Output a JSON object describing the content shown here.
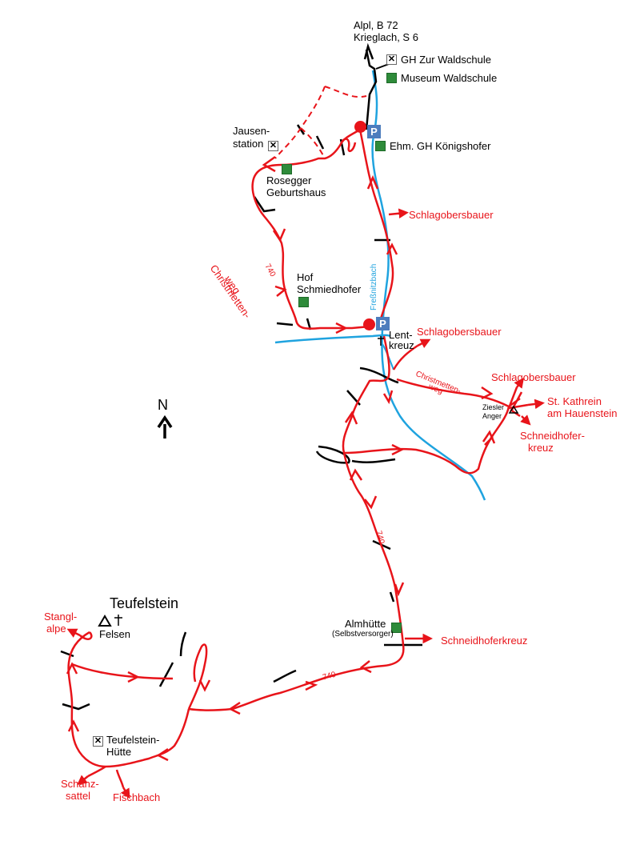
{
  "colors": {
    "route": "#e8141a",
    "river": "#1fa3df",
    "road": "#000000",
    "parking": "#4d7dbd",
    "hut": "#2e8b3a"
  },
  "labels": {
    "alpl": "Alpl, B 72",
    "krieglach": "Krieglach, S 6",
    "gh_waldschule": "GH Zur Waldschule",
    "museum_waldschule": "Museum Waldschule",
    "jausen": "Jausen-",
    "station": "station",
    "koenigshofer": "Ehm. GH Königshofer",
    "rosegger": "Rosegger",
    "geburtshaus": "Geburtshaus",
    "schlagobersbauer_1": "Schlagobersbauer",
    "christmetten_1": "Christmetten-",
    "weg_1": "weg",
    "route_740_1": "740",
    "hof": "Hof",
    "schmiedhofer": "Schmiedhofer",
    "fressnitzbach": "Freßnitzbach",
    "lent": "Lent-",
    "kreuz": "kreuz",
    "schlagobersbauer_2": "Schlagobersbauer",
    "christmetten_2": "Christmetten-",
    "weg_2": "weg",
    "schlagobersbauer_3": "Schlagobersbauer",
    "ziesler": "Ziesler",
    "anger": "Anger",
    "st_kathrein": "St. Kathrein",
    "am_hauenstein": "am Hauenstein",
    "schneidhofer": "Schneidhofer-",
    "kreuz_2": "kreuz",
    "north": "N",
    "route_740_2": "740",
    "teufelstein": "Teufelstein",
    "stangl": "Stangl-",
    "alpe": "alpe",
    "felsen": "Felsen",
    "almhuette": "Almhütte",
    "selbstversorger": "(Selbstversorger)",
    "schneidhoferkreuz": "Schneidhoferkreuz",
    "route_740_3": "740",
    "teufelstein_huette_1": "Teufelstein-",
    "teufelstein_huette_2": "Hütte",
    "schanz": "Schanz-",
    "sattel": "sattel",
    "fischbach": "Fischbach"
  },
  "icons": {
    "cross": "✕",
    "parking": "P",
    "north_arrow": "arrow-up-icon"
  }
}
